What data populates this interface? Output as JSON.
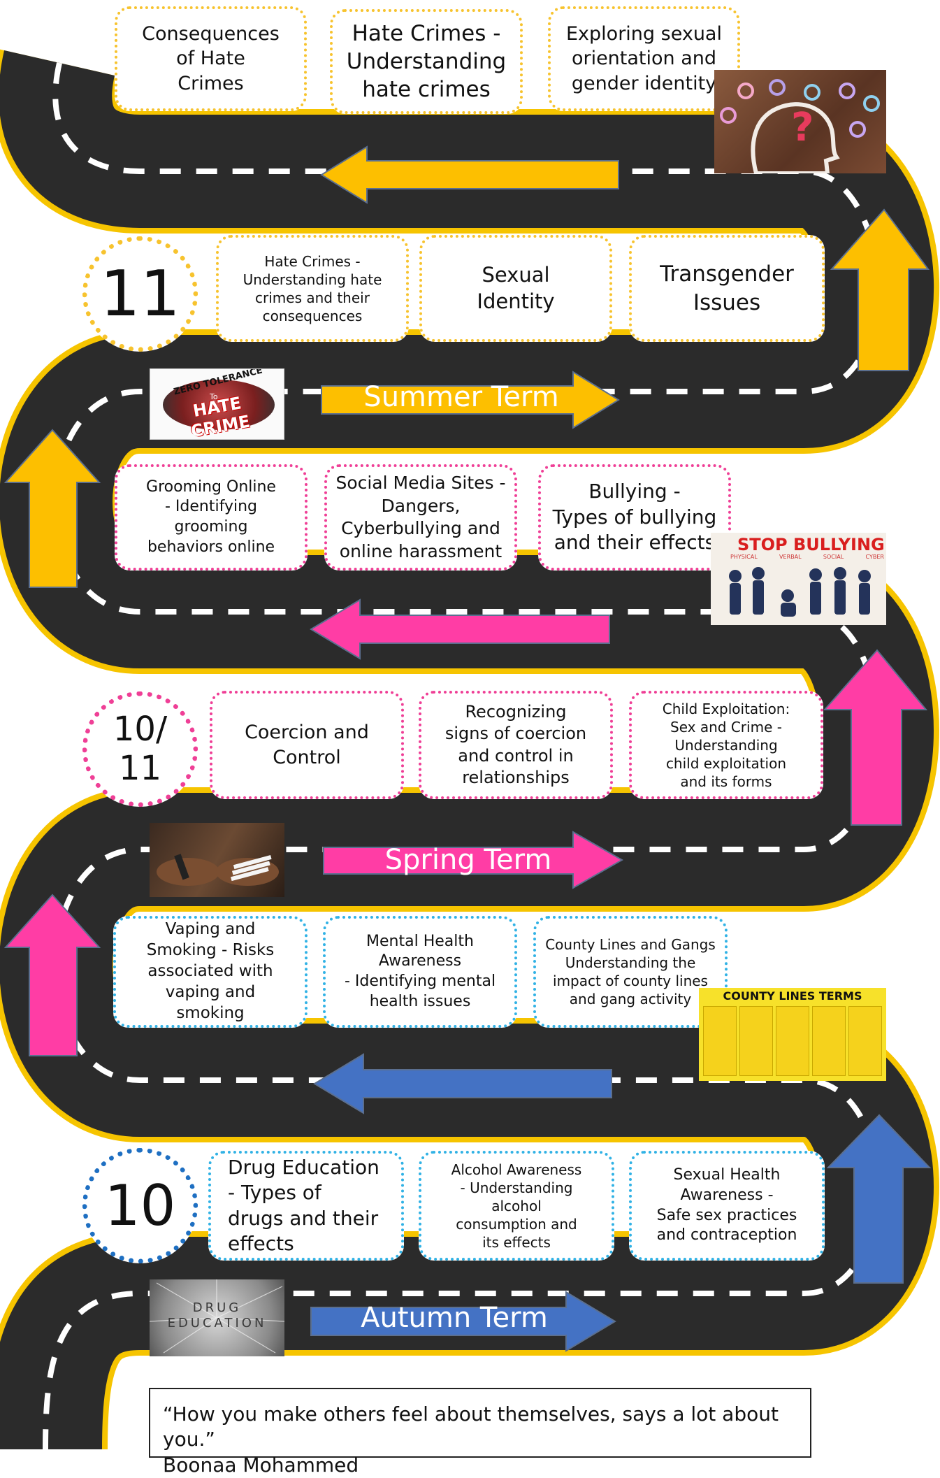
{
  "colors": {
    "road": "#2b2b2b",
    "edge": "#f6c400",
    "dash": "#ffffff",
    "yellow": "#fdbf00",
    "pink": "#ff3da5",
    "blue": "#4472c4",
    "yellow_border": "#f7c32e",
    "pink_border": "#ef3f96",
    "blue_border": "#31b2e5"
  },
  "year11": {
    "label": "11",
    "term": "Summer Term",
    "top_row": [
      "Consequences\nof Hate\nCrimes",
      "Hate Crimes  -\nUnderstanding\nhate crimes",
      "Exploring sexual\norientation and\ngender identity"
    ],
    "bottom_row": [
      "Hate Crimes -\nUnderstanding hate\ncrimes and their\nconsequences",
      "Sexual\nIdentity",
      "Transgender\nIssues"
    ]
  },
  "year10_11": {
    "label": "10/\n11",
    "term": "Spring Term",
    "top_row": [
      "Grooming Online\n-  Identifying\ngrooming\nbehaviors online",
      "Social Media Sites -\nDangers,\nCyberbullying and\nonline harassment",
      "Bullying -\nTypes of bullying\nand their effects"
    ],
    "bottom_row": [
      "Coercion and\nControl",
      "Recognizing\nsigns of coercion\nand control in\nrelationships",
      "Child Exploitation:\nSex and Crime -\nUnderstanding\nchild exploitation\nand its forms"
    ]
  },
  "year10": {
    "label": "10",
    "term": "Autumn Term",
    "top_row": [
      "Vaping and\nSmoking   - Risks\nassociated with\nvaping and\nsmoking",
      "Mental Health\nAwareness\n- Identifying mental\nhealth issues",
      "County Lines and Gangs\nUnderstanding the\nimpact of county lines\nand gang activity"
    ],
    "bottom_row": [
      "Drug Education\n- Types of\ndrugs and their\neffects",
      "Alcohol Awareness\n- Understanding\nalcohol\nconsumption and\nits effects",
      "Sexual Health\nAwareness -\nSafe sex practices\nand contraception"
    ]
  },
  "images": {
    "gender": "?",
    "hate_crime_top": "ZERO TOLERANCE",
    "hate_crime_to": "To",
    "hate_crime_main": "HATE CRIME",
    "stop_bullying": "STOP BULLYING",
    "bullying_types": [
      "PHYSICAL",
      "VERBAL",
      "SOCIAL",
      "CYBER"
    ],
    "county_lines": "COUNTY LINES TERMS",
    "drug_education": "DRUG\nEDUCATION"
  },
  "quote": {
    "text": "“How you make others feel about themselves, says a lot about you.”",
    "author": "Boonaa Mohammed"
  }
}
